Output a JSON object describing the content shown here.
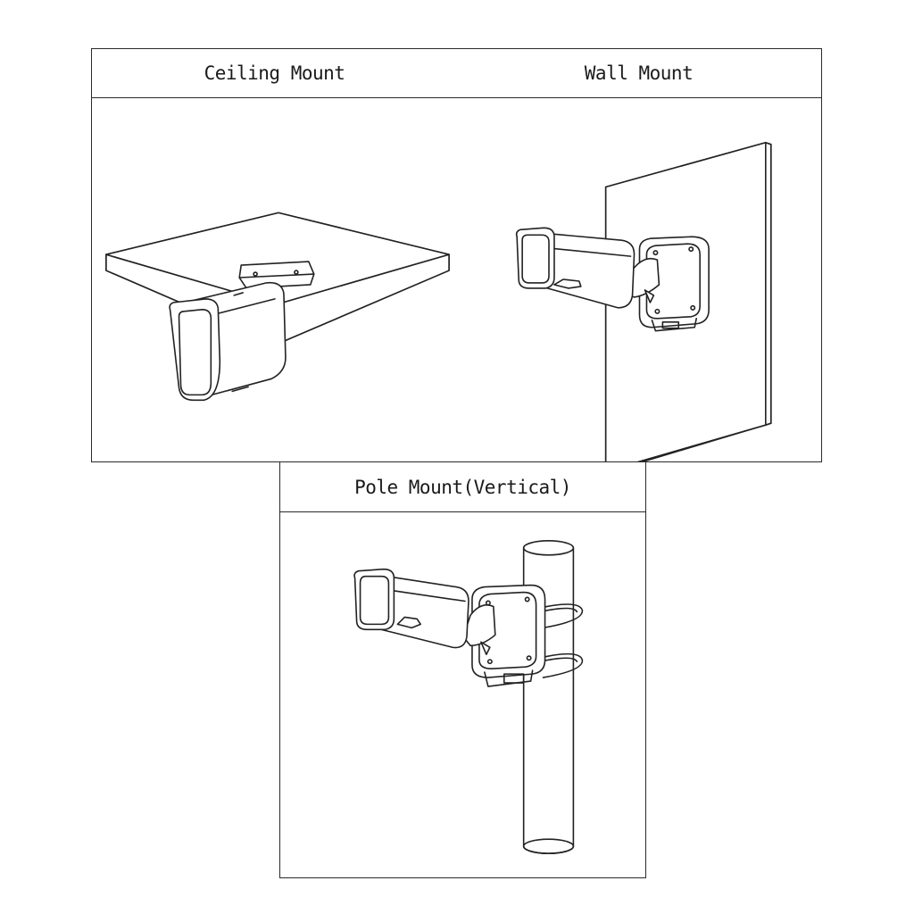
{
  "panels": {
    "ceiling": {
      "title": "Ceiling Mount"
    },
    "wall": {
      "title": "Wall Mount"
    },
    "pole": {
      "title": "Pole Mount(Vertical)"
    }
  },
  "colors": {
    "line": "#222222",
    "fill": "#ffffff"
  },
  "icons": {
    "ceiling": "bullet-camera-ceiling-mount-drawing",
    "wall": "bullet-camera-wall-mount-drawing",
    "pole": "bullet-camera-pole-mount-drawing"
  }
}
